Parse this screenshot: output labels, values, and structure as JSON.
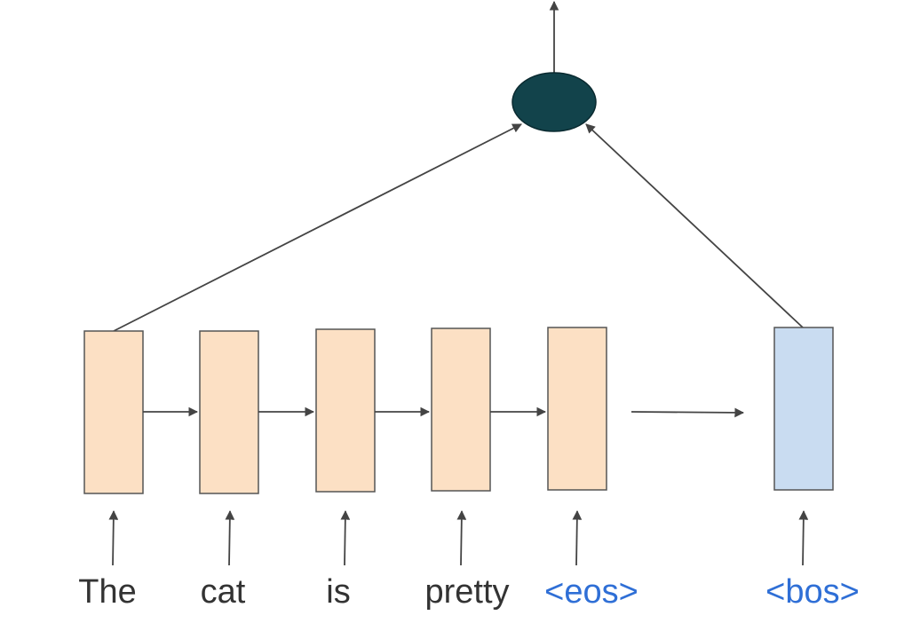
{
  "tokens": {
    "t1": "The",
    "t2": "cat",
    "t3": "is",
    "t4": "pretty",
    "t5": "<eos>",
    "t6": "<bos>"
  },
  "colors": {
    "encoder_cell": "#fce0c4",
    "decoder_cell": "#c9dcf1",
    "context_node": "#12434b",
    "special_token_text": "#2f6fd6",
    "word_text": "#333333",
    "arrow": "#444444"
  }
}
